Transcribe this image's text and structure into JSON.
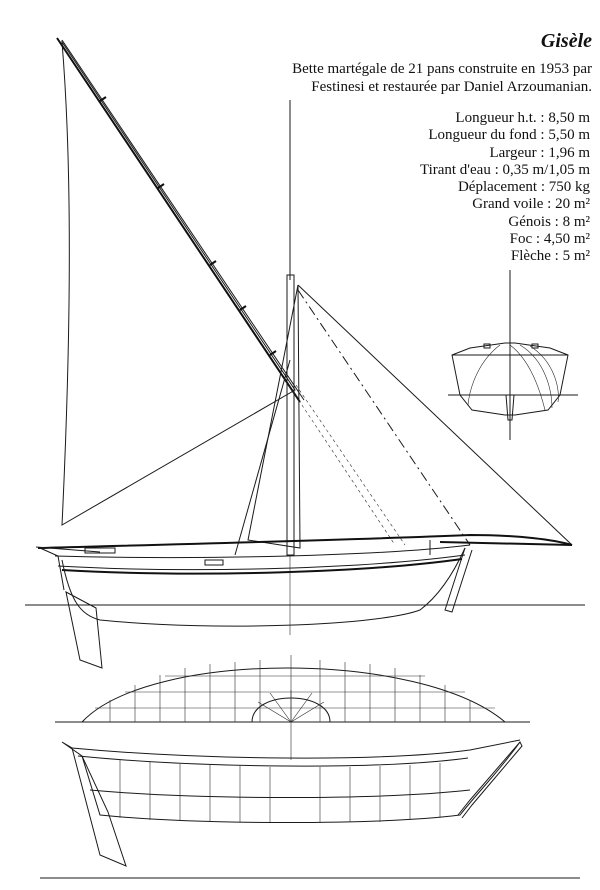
{
  "title": "Gisèle",
  "description": [
    "Bette martégale de 21 pans construite en 1953 par",
    "Festinesi et restaurée par Daniel Arzoumanian."
  ],
  "specs": [
    "Longueur h.t. : 8,50 m",
    "Longueur du fond : 5,50 m",
    "Largeur : 1,96 m",
    "Tirant d'eau : 0,35 m/1,05 m",
    "Déplacement : 750 kg",
    "Grand voile : 20 m²",
    "Génois : 8 m²",
    "Foc : 4,50 m²",
    "Flèche : 5 m²"
  ]
}
